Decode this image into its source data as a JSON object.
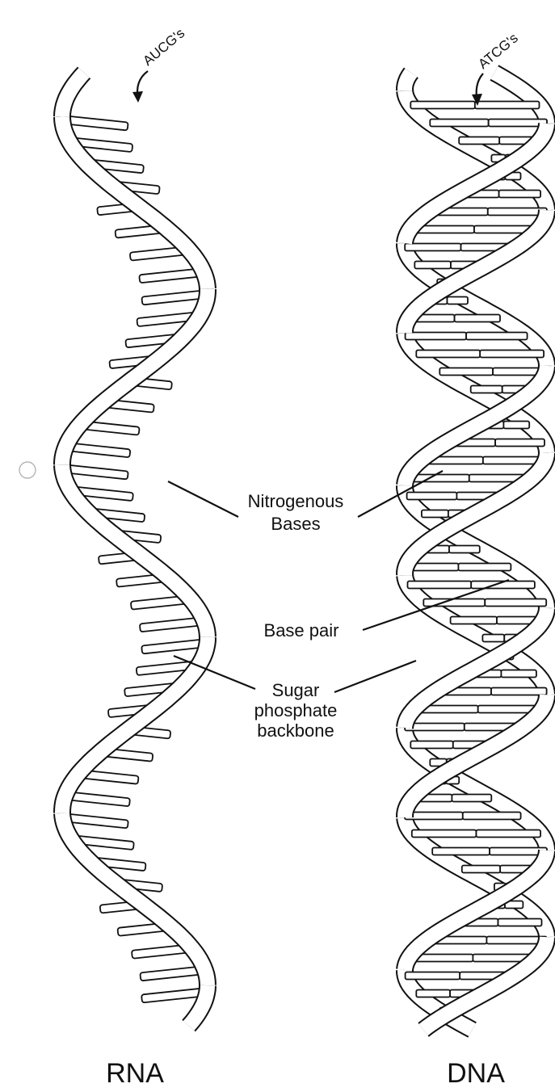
{
  "labels": {
    "rna_top": "AUCG's",
    "dna_top": "ATCG's",
    "nitrogenous_line1": "Nitrogenous",
    "nitrogenous_line2": "Bases",
    "base_pair": "Base pair",
    "sugar_line1": "Sugar",
    "sugar_line2": "phosphate",
    "sugar_line3": "backbone",
    "rna_title": "RNA",
    "dna_title": "DNA"
  }
}
